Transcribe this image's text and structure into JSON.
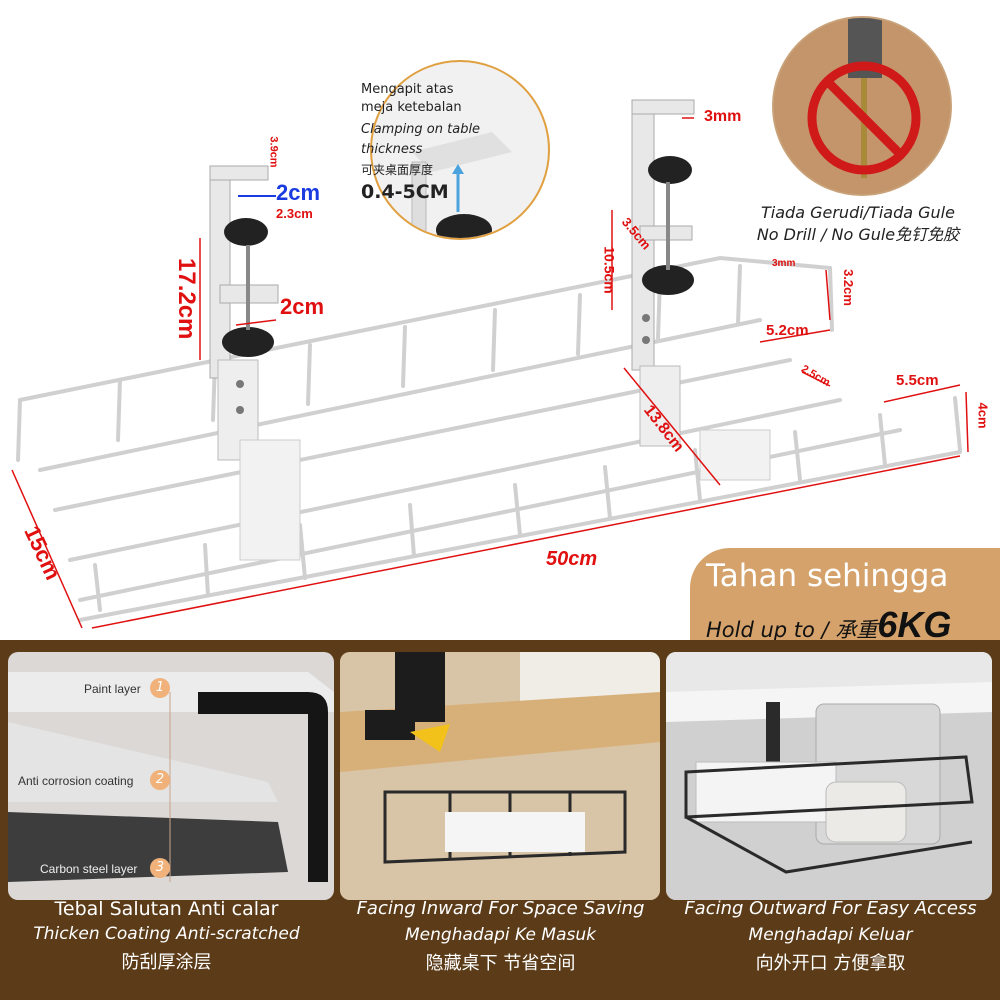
{
  "dimensions": {
    "clamp_height": "17.2cm",
    "clamp_top_depth": "3.9cm",
    "clamp_jaw_blue": "2cm",
    "clamp_jaw_small": "2.3cm",
    "clamp_jaw_lower": "2cm",
    "depth": "15cm",
    "length": "50cm",
    "right_clamp_gap": "3mm",
    "right_clamp_width": "3.5cm",
    "right_clamp_height": "10.5cm",
    "bracket_length": "13.8cm",
    "basket_gap_3mm": "3mm",
    "rail_height": "3.2cm",
    "spacing_5_2": "5.2cm",
    "spacing_2_5": "2.5cm",
    "spacing_5_5": "5.5cm",
    "edge_height": "4cm"
  },
  "clamp_callout": {
    "line1": "Mengapit atas",
    "line2": "meja ketebalan",
    "line3": "Clamping on table",
    "line4": "thickness",
    "line5": "可夹桌面厚度",
    "range": "0.4-5CM"
  },
  "no_drill": {
    "line1": "Tiada Gerudi/Tiada Gule",
    "line2": "No Drill / No Gule免钉免胶"
  },
  "capacity": {
    "line1": "Tahan sehingga",
    "line2_prefix": "Hold up to / 承重",
    "value": "6KG"
  },
  "layers": {
    "paint": "Paint layer",
    "anticorrosion": "Anti corrosion coating",
    "carbon": "Carbon steel layer",
    "n1": "1",
    "n2": "2",
    "n3": "3"
  },
  "captions": [
    {
      "a": "Tebal Salutan Anti calar",
      "b": "Thicken Coating Anti-scratched",
      "c": "防刮厚涂层"
    },
    {
      "a": "Facing Inward For Space Saving",
      "b": "Menghadapi Ke Masuk",
      "c": "隐藏桌下 节省空间"
    },
    {
      "a": "Facing Outward For Easy Access",
      "b": "Menghadapi Keluar",
      "c": "向外开口 方便拿取"
    }
  ],
  "colors": {
    "dimension": "#e01010",
    "accent_blue": "#1a3be0",
    "banner": "#d4a26a",
    "bottom_bg": "#5b3b18"
  }
}
